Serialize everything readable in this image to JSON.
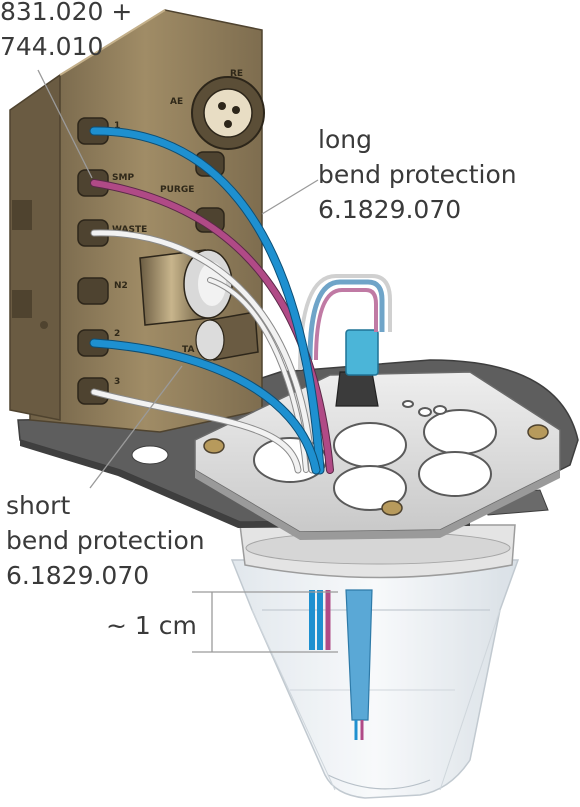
{
  "labels": {
    "top_left": {
      "line1": "831.020 +",
      "line2": "744.010"
    },
    "long_bend": {
      "line1": "long",
      "line2": "bend protection",
      "line3": "6.1829.070"
    },
    "short_bend": {
      "line1": "short",
      "line2": "bend protection",
      "line3": "6.1829.070"
    },
    "dimension": "~ 1 cm"
  },
  "panel_markings": [
    "1",
    "SMP",
    "WASTE",
    "N2",
    "2",
    "3",
    "AE",
    "RE",
    "PURGE",
    "TA"
  ],
  "colors": {
    "panel_bronze": "#8c7a5a",
    "tube_blue": "#1e90d0",
    "tube_magenta": "#b04a86",
    "tube_white": "#f2f2f2",
    "text": "#3a3a3a",
    "leader_line": "#9a9a9a",
    "plate_dark": "#5a5a5a"
  }
}
